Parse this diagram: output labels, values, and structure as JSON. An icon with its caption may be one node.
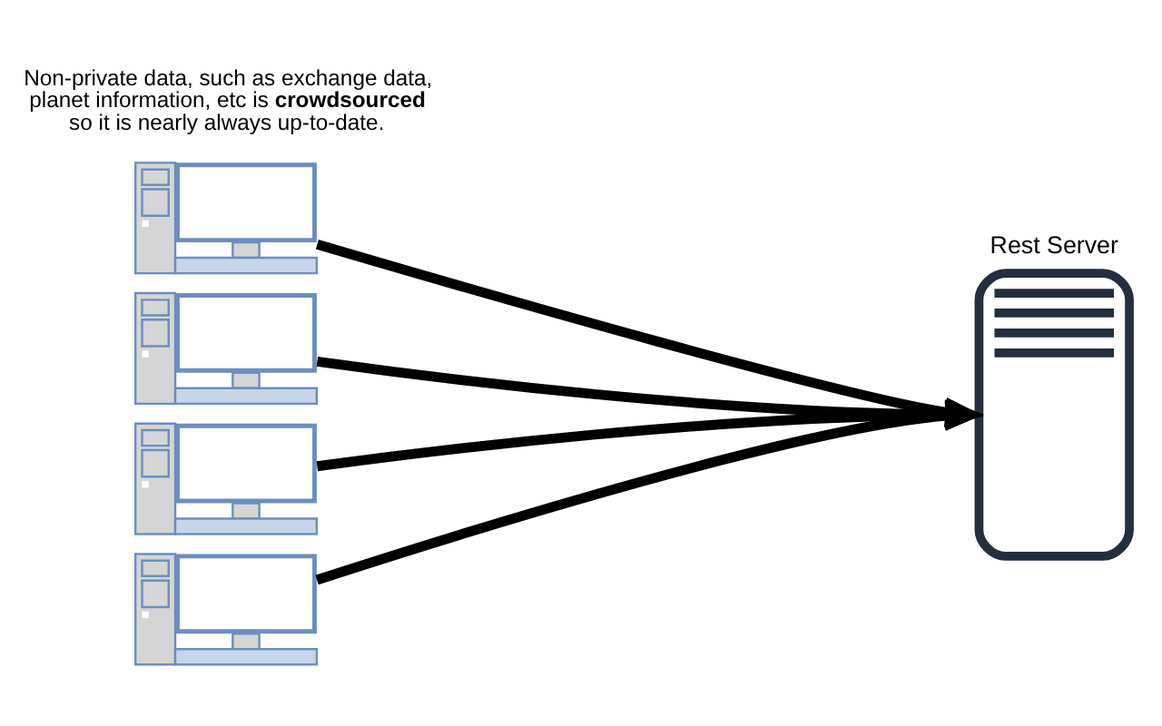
{
  "diagram": {
    "nodes": [
      {
        "text": [],
        "shape": "computer"
      },
      {
        "text": [],
        "shape": "computer"
      },
      {
        "text": [],
        "shape": "computer"
      },
      {
        "text": [],
        "shape": "computer"
      },
      {
        "text": [
          "Rest Server"
        ]
      }
    ],
    "edges": [
      {
        "from": 0,
        "to": 4,
        "arrow": "to"
      },
      {
        "from": 1,
        "to": 4,
        "arrow": "to"
      },
      {
        "from": 2,
        "to": 4,
        "arrow": "to"
      },
      {
        "from": 3,
        "to": 4,
        "arrow": "to"
      }
    ],
    "labels": [
      "Non-private data, such as exchange data, planet information, etc is **crowdsourced** so it is nearly always up-to-date."
    ]
  }
}
